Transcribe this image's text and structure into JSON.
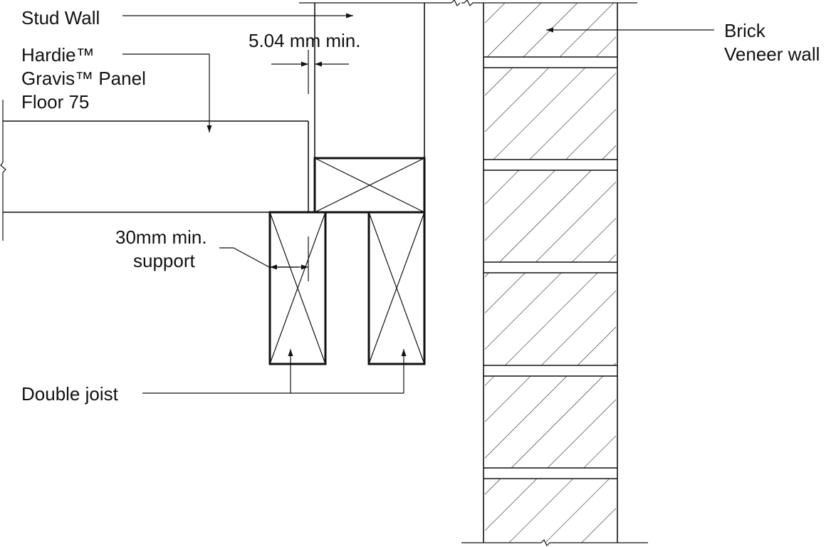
{
  "labels": {
    "stud_wall": "Stud Wall",
    "gravis_line1": "Hardie™",
    "gravis_line2": "Gravis™ Panel",
    "gravis_line3": "Floor 75",
    "gap_dimension": "5.04 mm min.",
    "support_line1": "30mm min.",
    "support_line2": "support",
    "double_joist": "Double joist",
    "brick_line1": "Brick",
    "brick_line2": "Veneer wall"
  },
  "colors": {
    "ink": "#111111",
    "paper": "#ffffff"
  }
}
